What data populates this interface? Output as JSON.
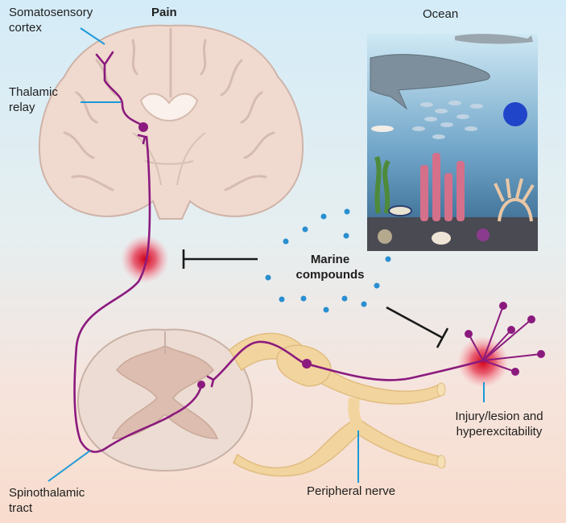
{
  "labels": {
    "somatosensory": [
      "Somatosensory",
      "cortex"
    ],
    "pain": "Pain",
    "ocean": "Ocean",
    "thalamic": [
      "Thalamic",
      "relay"
    ],
    "marine": [
      "Marine",
      "compounds"
    ],
    "injury": [
      "Injury/lesion and",
      "hyperexcitability"
    ],
    "spinothalamic": [
      "Spinothalamic",
      "tract"
    ],
    "peripheral": "Peripheral nerve"
  },
  "colors": {
    "neuron": "#8b1a7e",
    "callout": "#1b9ad6",
    "inhibit": "#1a1a1a",
    "brain": "#f0d9cf",
    "brain_outline": "#cfb3a8",
    "nerve": "#f2d49e",
    "pain_glow": "#e0001b",
    "compound_dots": "#2a8fd0"
  }
}
